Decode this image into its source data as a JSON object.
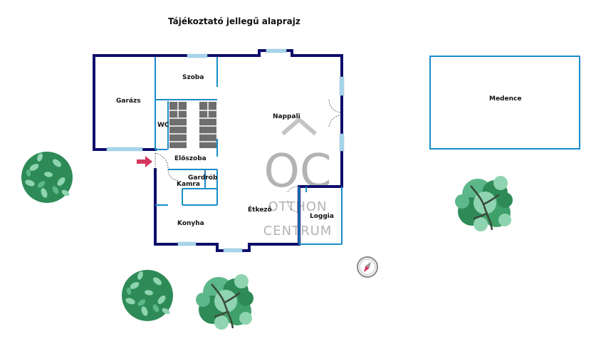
{
  "title": "Tájékoztató jellegű alaprajz",
  "rooms": {
    "garazs": "Garázs",
    "szoba": "Szoba",
    "wc": "WC",
    "nappali": "Nappali",
    "eloszoba": "Előszoba",
    "gardrob": "Gardrób",
    "kamra": "Kamra",
    "konyha": "Konyha",
    "etkezo": "Étkező",
    "loggia": "Loggia",
    "medence": "Medence"
  },
  "watermark": {
    "monogram": "OC",
    "line1": "OTTHON",
    "line2": "CENTRUM"
  },
  "colors": {
    "outer_wall": "#0d0d6b",
    "inner_wall": "#1a8cc8",
    "window": "#a8d4ea",
    "entrance_arrow": "#d4365c",
    "tree_dark": "#2e8b57",
    "tree_light": "#8fd4b0"
  },
  "icons": [
    "compass-icon",
    "entrance-arrow-icon",
    "tree-icon"
  ]
}
